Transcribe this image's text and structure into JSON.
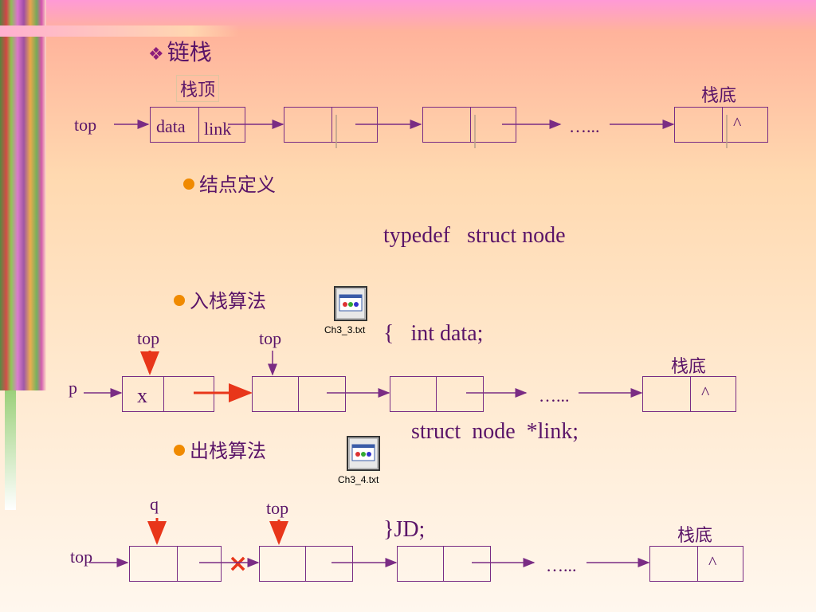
{
  "slide": {
    "title": "链栈",
    "section1": {
      "stack_top_label": "栈顶",
      "stack_bottom_label": "栈底",
      "top_label": "top",
      "cell_data": "data",
      "cell_link": "link",
      "ellipsis": "…...",
      "null_mark": "^"
    },
    "node_def": {
      "label": "结点定义",
      "code": [
        "typedef   struct node",
        "{   int data;",
        "     struct  node  *link;",
        "}JD;"
      ]
    },
    "push": {
      "label": "入栈算法",
      "file": "Ch3_3.txt",
      "top_label_1": "top",
      "top_label_2": "top",
      "p_label": "p",
      "x_label": "x",
      "stack_bottom_label": "栈底",
      "ellipsis": "…...",
      "null_mark": "^"
    },
    "pop": {
      "label": "出栈算法",
      "file": "Ch3_4.txt",
      "q_label": "q",
      "top_label_1": "top",
      "top_label_2": "top",
      "stack_bottom_label": "栈底",
      "ellipsis": "…...",
      "null_mark": "^",
      "cross": "×"
    }
  },
  "colors": {
    "line": "#7a2c84",
    "text": "#5a1468",
    "accent": "#e8361a",
    "bullet": "#f08a00"
  }
}
